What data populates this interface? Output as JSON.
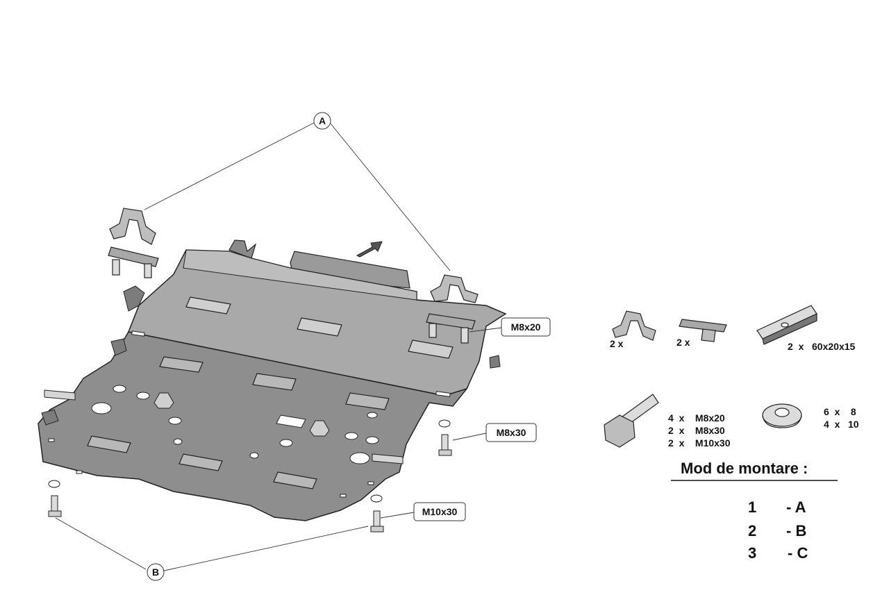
{
  "callouts": {
    "a": "A",
    "b": "B",
    "bolt_top": "M8x20",
    "bolt_right": "M8x30",
    "bolt_bottom": "M10x30"
  },
  "parts": {
    "bracket_qty": "2 x",
    "plate_qty": "2 x",
    "spacer": "2  x   60x20x15",
    "bolts": [
      "4  x    M8x20",
      "2  x    M8x30",
      "2  x    M10x30"
    ],
    "washers": [
      "6  x    8",
      "4  x   10"
    ]
  },
  "legend": {
    "title": "Mod de montare :",
    "rows": [
      {
        "num": "1",
        "code": "- A"
      },
      {
        "num": "2",
        "code": "- B"
      },
      {
        "num": "3",
        "code": "- C"
      }
    ]
  }
}
